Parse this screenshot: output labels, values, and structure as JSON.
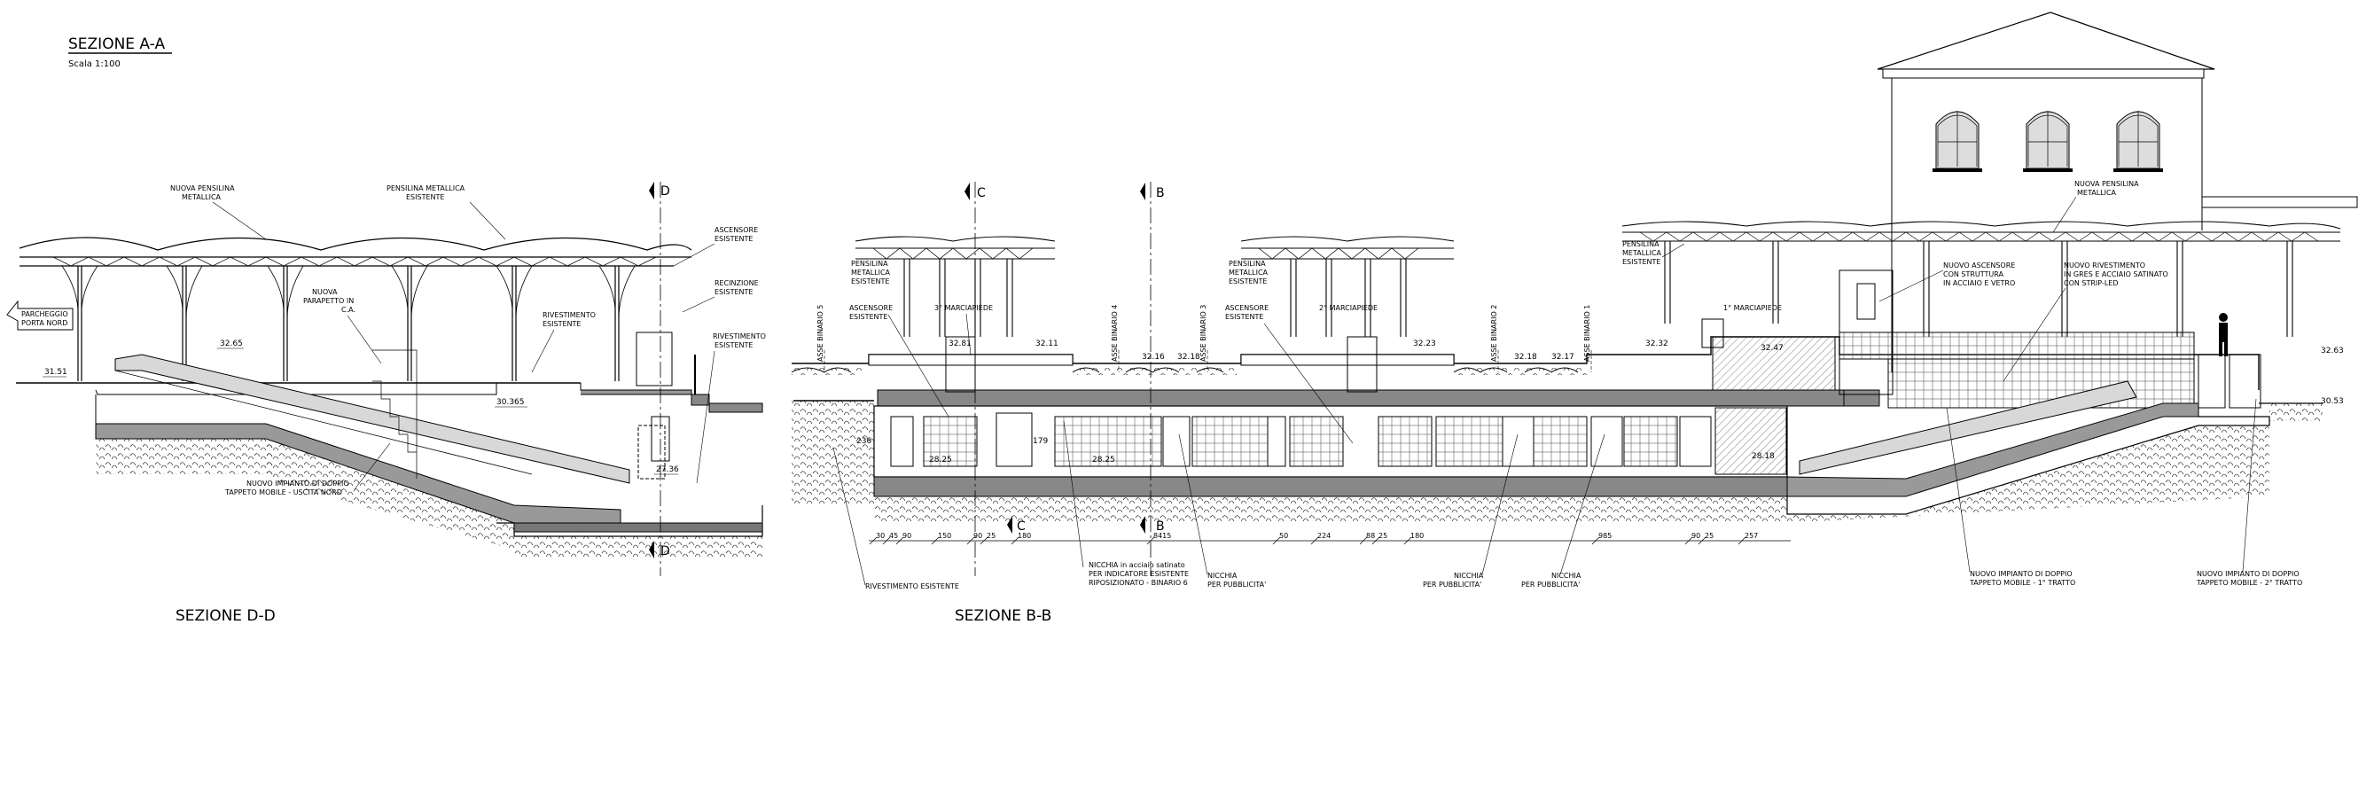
{
  "header": {
    "title": "SEZIONE A-A",
    "scale": "Scala 1:100"
  },
  "section_titles": {
    "dd": "SEZIONE D-D",
    "bb": "SEZIONE B-B"
  },
  "section_markers": {
    "d": "D",
    "c": "C",
    "b": "B"
  },
  "labels_dd": {
    "nuova_pensilina": [
      "NUOVA PENSILINA",
      "METALLICA"
    ],
    "pensilina_esistente": [
      "PENSILINA METALLICA",
      "ESISTENTE"
    ],
    "ascensore": [
      "ASCENSORE",
      "ESISTENTE"
    ],
    "recinzione": [
      "RECINZIONE",
      "ESISTENTE"
    ],
    "parcheggio": [
      "PARCHEGGIO",
      "PORTA NORD"
    ],
    "parapetto": [
      "NUOVA",
      "PARAPETTO IN",
      "C.A."
    ],
    "rivestimento1": [
      "RIVESTIMENTO",
      "ESISTENTE"
    ],
    "rivestimento2": [
      "RIVESTIMENTO",
      "ESISTENTE"
    ],
    "impianto": [
      "NUOVO IMPIANTO DI DOPPIO",
      "TAPPETO MOBILE - USCITA NORD"
    ]
  },
  "levels_dd": [
    "32.65",
    "31.51",
    "30.365",
    "27.36"
  ],
  "labels_bb": {
    "pensilina1": [
      "PENSILINA",
      "METALLICA",
      "ESISTENTE"
    ],
    "ascensore1": [
      "ASCENSORE",
      "ESISTENTE"
    ],
    "marciapiede3": "3° MARCIAPIEDE",
    "pensilina2": [
      "PENSILINA",
      "METALLICA",
      "ESISTENTE"
    ],
    "ascensore2": [
      "ASCENSORE",
      "ESISTENTE"
    ],
    "marciapiede2": "2° MARCIAPIEDE",
    "pensilina3": [
      "PENSILINA",
      "METALLICA",
      "ESISTENTE"
    ],
    "marciapiede1": "1° MARCIAPIEDE",
    "nuova_pensilina": [
      "NUOVA PENSILINA",
      "METALLICA"
    ],
    "nuovo_ascensore": [
      "NUOVO ASCENSORE",
      "CON STRUTTURA",
      "IN ACCIAIO E VETRO"
    ],
    "nuovo_rivestimento": [
      "NUOVO RIVESTIMENTO",
      "IN GRES E ACCIAIO SATINATO",
      "CON STRIP-LED"
    ],
    "rivestimento_esistente": "RIVESTIMENTO ESISTENTE",
    "nicchia_acciaio": [
      "NICCHIA in acciaio satinato",
      "PER INDICATORE ESISTENTE",
      "RIPOSIZIONATO - BINARIO 6"
    ],
    "nicchia_pub1": [
      "NICCHIA",
      "PER PUBBLICITA'"
    ],
    "nicchia_pub2": [
      "NICCHIA",
      "PER PUBBLICITA'"
    ],
    "nicchia_pub3": [
      "NICCHIA",
      "PER PUBBLICITA'"
    ],
    "impianto1": [
      "NUOVO IMPIANTO DI DOPPIO",
      "TAPPETO MOBILE - 1° TRATTO"
    ],
    "impianto2": [
      "NUOVO IMPIANTO DI DOPPIO",
      "TAPPETO MOBILE - 2° TRATTO"
    ]
  },
  "binari": [
    "ASSE BINARIO 5",
    "ASSE BINARIO 4",
    "ASSE BINARIO 3",
    "ASSE BINARIO 2",
    "ASSE BINARIO 1"
  ],
  "levels_bb": [
    "32.81",
    "32.11",
    "32.16",
    "32.18",
    "32.23",
    "32.18",
    "32.17",
    "32.32",
    "32.47",
    "32.63",
    "30.53",
    "28.25",
    "28.25",
    "28.18",
    "236",
    "179"
  ],
  "dimensions_bb": [
    "30",
    "45",
    "90",
    "150",
    "90",
    "25",
    "180",
    "8415",
    "50",
    "224",
    "88",
    "25",
    "180",
    "985",
    "90",
    "25",
    "257"
  ]
}
